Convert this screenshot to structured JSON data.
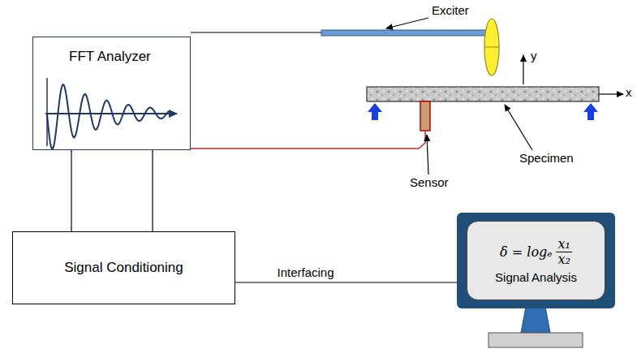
{
  "diagram": {
    "nodes": [
      {
        "text": [
          "FFT Analyzer"
        ]
      },
      {
        "text": [
          "Signal Conditioning"
        ]
      },
      {
        "text": [
          "δ = logₑ",
          "x₁",
          "x₂",
          "Signal Analysis"
        ]
      }
    ],
    "edges": [
      {
        "from": 0,
        "to": 1,
        "arrow": "none"
      },
      {
        "from": 0,
        "to": 1,
        "arrow": "none"
      },
      {
        "from": 1,
        "to": 2,
        "arrow": "none",
        "label": "Interfacing"
      }
    ],
    "labels": [
      "Exciter",
      "y",
      "x",
      "Specimen",
      "Sensor"
    ]
  }
}
